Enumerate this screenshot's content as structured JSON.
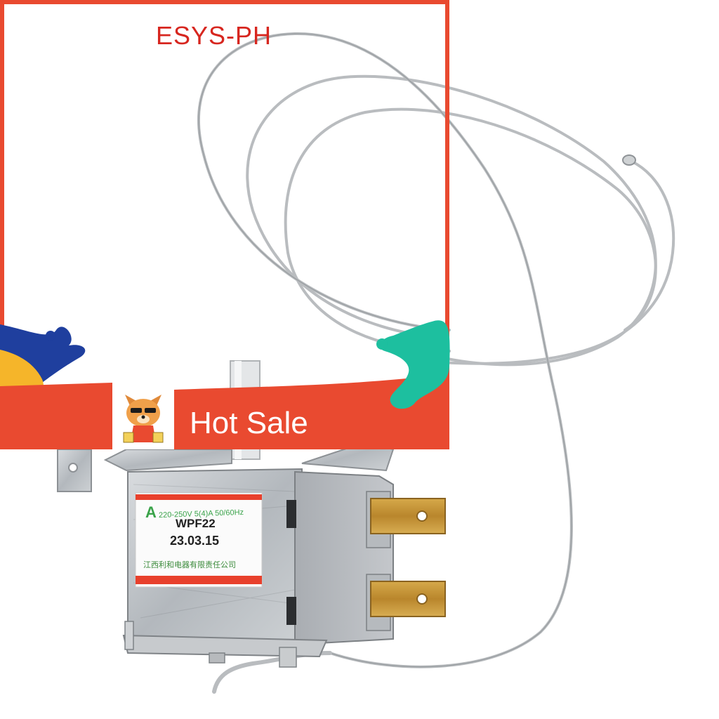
{
  "brand": {
    "name": "ESYS-PH",
    "color": "#d7261f"
  },
  "banner": {
    "text": "Hot Sale",
    "color": "#e94a30",
    "mascot_icon": "dog-mascot-icon"
  },
  "frame": {
    "color": "#e94a30"
  },
  "paint_splashes": {
    "left_colors": [
      "#1f3f9e",
      "#f5b52a"
    ],
    "right_color": "#1dbf9f"
  },
  "product_label": {
    "logo": "A",
    "rating": "220-250V 5(4)A 50/60Hz",
    "model": "WPF22",
    "date_code": "23.03.15",
    "manufacturer": "江西利和电器有限责任公司",
    "stripe_color": "#e8402c"
  }
}
